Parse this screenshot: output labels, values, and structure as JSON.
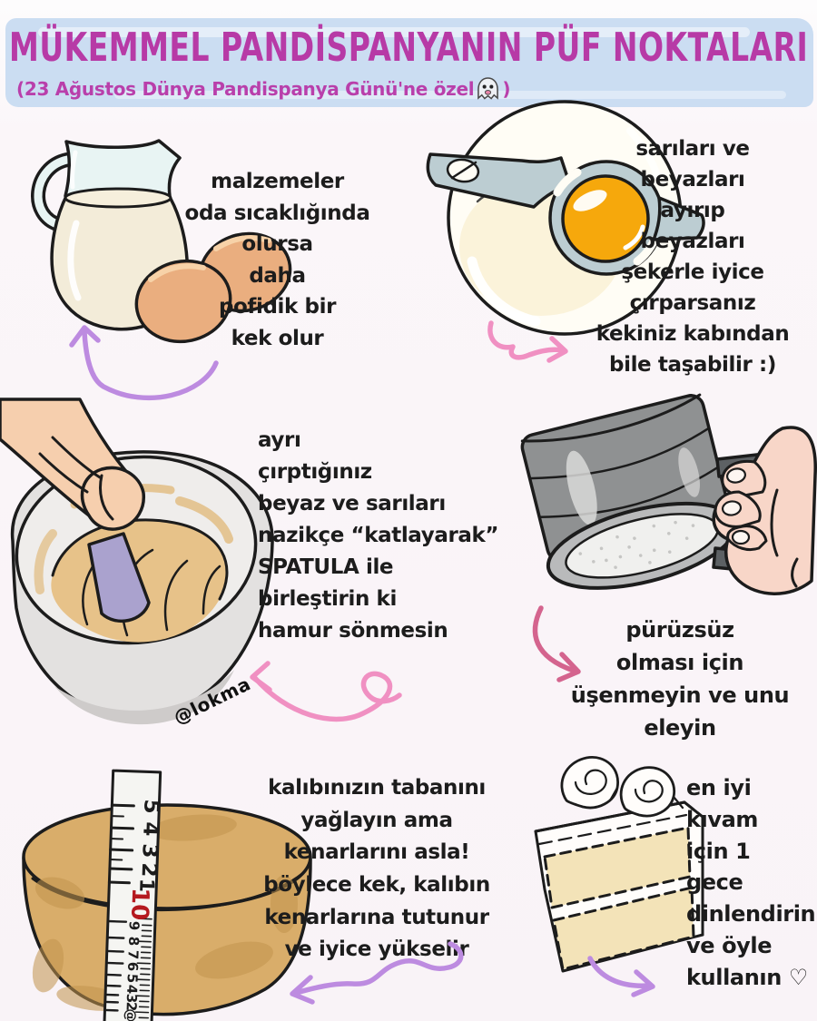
{
  "header": {
    "title": "MÜKEMMEL PANDİSPANYANIN PÜF NOKTALARI",
    "subtitle_prefix": "(23 Ağustos Dünya Pandispanya Günü'ne özel",
    "subtitle_suffix": ")",
    "subtitle_icon": "ghost-emoji",
    "banner_color": "#cbddf2",
    "title_color": "#b73aa6"
  },
  "signature": "@lokma",
  "tips": {
    "ingredients": {
      "text": "malzemeler\noda sıcaklığında\nolursa\ndaha\npofidik bir\nkek olur",
      "illustration": "milk-jug-and-eggs"
    },
    "separate_eggs": {
      "text": "sarıları ve\nbeyazları\nayırıp\nbeyazları\nşekerle iyice\nçırparsanız\nkekiniz kabından\nbile taşabilir :)",
      "illustration": "egg-separator-over-bowl"
    },
    "fold_gently": {
      "text": "ayrı\nçırptığınız\nbeyaz ve sarıları\nnazikçe “katlayarak”\nSPATULA ile\nbirleştirin ki\nhamur sönmesin",
      "illustration": "mixing-bowl-with-spatula"
    },
    "sift_flour": {
      "text": "pürüzsüz\nolması için\nüşenmeyin ve unu\neleyin",
      "illustration": "flour-sifter-in-hand"
    },
    "grease_only_bottom": {
      "text": "kalıbınızın tabanını\nyağlayın ama\nkenarlarını asla!\nböylece kek, kalıbın\nkenarlarına tutunur\nve iyice yükselir",
      "illustration": "cake-pan-with-measuring-tape"
    },
    "rest_overnight": {
      "text": "en iyi\nkıvam\niçin 1\ngece\ndinlendirin\nve öyle\nkullanın ♡",
      "illustration": "cake-slice"
    }
  },
  "measuring_tape": {
    "upper_numbers": [
      "5",
      "4",
      "3",
      "2",
      "1"
    ],
    "highlight_number": "10",
    "lower_numbers": [
      "9",
      "8",
      "7",
      "6",
      "5",
      "4",
      "3",
      "2",
      "@"
    ]
  },
  "palette": {
    "background": "#f9f3f7",
    "banner_blue": "#cbddf2",
    "title_magenta": "#b73aa6",
    "ink": "#1c1c1c",
    "arrow_purple": "#bd8be0",
    "arrow_pink": "#f090c2",
    "arrow_rose": "#d4648e",
    "milk_cream": "#f3ecd9",
    "glass_blue": "#e8f4f3",
    "egg_shell": "#eaae7f",
    "egg_yolk": "#f6a80c",
    "separator_gray": "#bccdd2",
    "bowl_gray": "#e3e1e0",
    "batter_tan": "#e7c289",
    "spatula_purple": "#aaa2ce",
    "skin": "#f6cfae",
    "sifter_gray": "#8f9192",
    "flour_white": "#f0f0ee",
    "cake_tan": "#d9ad6a",
    "slice_layer": "#f3e3b8",
    "tape_white": "#f5f5f2",
    "tape_red": "#b5191f"
  }
}
